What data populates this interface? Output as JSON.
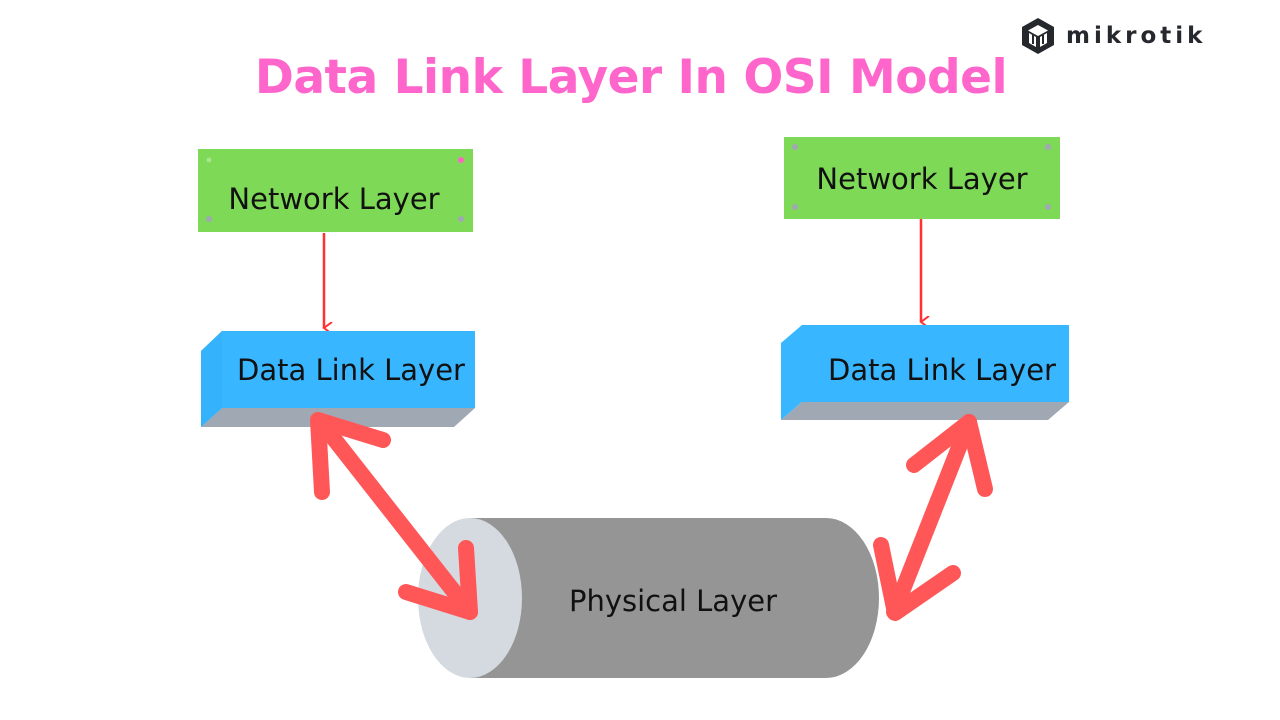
{
  "brand": {
    "name": "mikrotik",
    "icon": "mikrotik-logo-icon"
  },
  "title": "Data Link Layer In OSI Model",
  "colors": {
    "title": "#ff66cc",
    "network_box": "#7ed957",
    "data_link_front": "#38b6ff",
    "data_link_side": "#a0a8b3",
    "physical_body": "#959595",
    "physical_end": "#d5dae0",
    "arrow": "#ff5757",
    "connector": "#ff3131"
  },
  "diagram": {
    "left": {
      "network": "Network Layer",
      "data_link": "Data Link Layer"
    },
    "right": {
      "network": "Network Layer",
      "data_link": "Data Link Layer"
    },
    "physical": "Physical Layer",
    "edges": [
      {
        "from": "left.network",
        "to": "left.data_link",
        "type": "one-way"
      },
      {
        "from": "right.network",
        "to": "right.data_link",
        "type": "one-way"
      },
      {
        "from": "left.data_link",
        "to": "physical",
        "type": "two-way"
      },
      {
        "from": "right.data_link",
        "to": "physical",
        "type": "two-way"
      }
    ]
  }
}
